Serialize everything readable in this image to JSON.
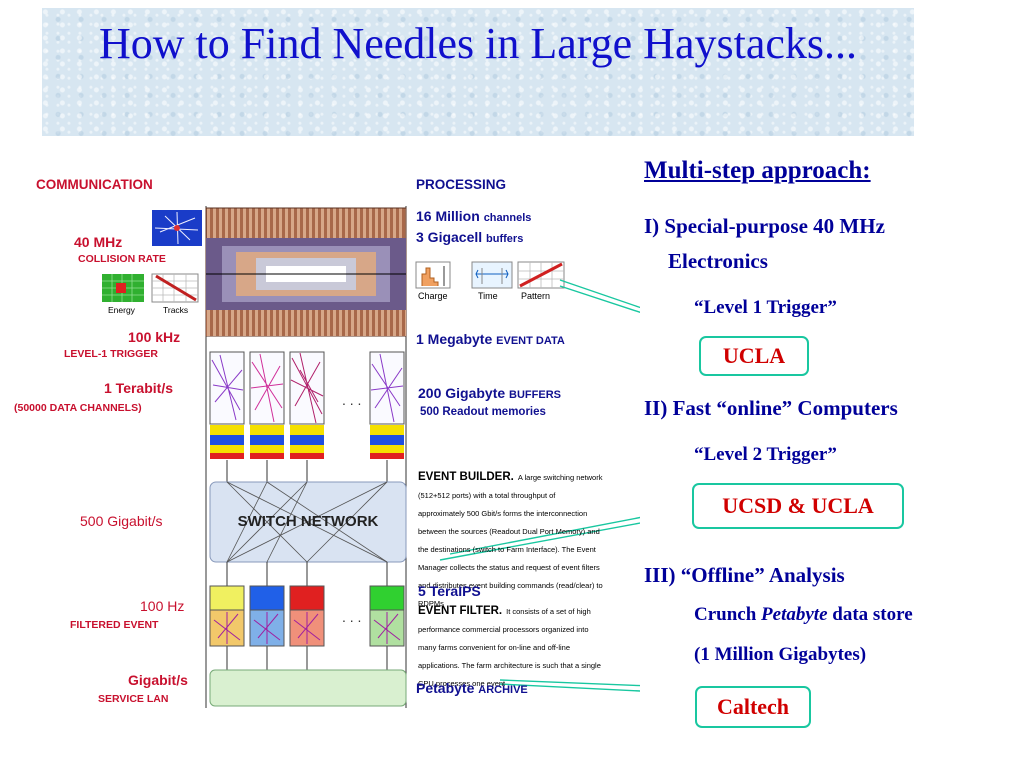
{
  "title": "How to Find Needles in Large Haystacks...",
  "left_labels": {
    "communication": "COMMUNICATION",
    "mhz": "40 MHz",
    "collision_rate": "COLLISION RATE",
    "energy": "Energy",
    "tracks": "Tracks",
    "khz": "100 kHz",
    "level1": "LEVEL-1 TRIGGER",
    "terabit": "1 Terabit/s",
    "channels": "(50000 DATA CHANNELS)",
    "gigabit500": "500 Gigabit/s",
    "hz": "100 Hz",
    "filtered": "FILTERED EVENT",
    "gigabit": "Gigabit/s",
    "lan": "SERVICE LAN"
  },
  "right_labels": {
    "processing": "PROCESSING",
    "million_a": "16 Million",
    "million_b": "channels",
    "gigacell_a": "3 Gigacell",
    "gigacell_b": "buffers",
    "charge": "Charge",
    "time": "Time",
    "pattern": "Pattern",
    "megabyte_a": "1 Megabyte",
    "megabyte_b": "EVENT DATA",
    "gigabyte_a": "200 Gigabyte",
    "gigabyte_b": "BUFFERS",
    "readout": "500 Readout memories",
    "builder_head": "EVENT BUILDER.",
    "builder_text": "A large switching network (512+512 ports) with a total throughput of approximately 500 Gbit/s forms the interconnection between the sources (Readout Dual Port Memory) and the destinations (switch to Farm Interface). The Event Manager collects the status and request of event filters and distributes event building commands (read/clear) to RDPMs",
    "teraips": "5 TeraIPS",
    "filter_head": "EVENT FILTER.",
    "filter_text": "It consists of a set of high performance commercial processors organized into many farms convenient for on-line and off-line applications. The farm architecture is such that a single CPU processes one event",
    "petabyte_a": "Petabyte",
    "petabyte_b": "ARCHIVE"
  },
  "switch_label": "SWITCH NETWORK",
  "approach": {
    "heading": "Multi-step approach:",
    "step1a": "I) Special-purpose 40 MHz",
    "step1b": "Electronics",
    "step1_trigger": "“Level 1 Trigger”",
    "step2": "II) Fast “online” Computers",
    "step2_trigger": "“Level 2 Trigger”",
    "step3": "III) “Offline” Analysis",
    "crunch_a": "Crunch",
    "crunch_b": "Petabyte",
    "crunch_c": "data store",
    "million_gb": "(1 Million Gigabytes)"
  },
  "institutions": {
    "ucla": "UCLA",
    "ucsd_ucla": "UCSD & UCLA",
    "caltech": "Caltech"
  },
  "colors": {
    "title_blue": "#1010cc",
    "label_red": "#c8102e",
    "label_blue": "#101090",
    "text_navy": "#000099",
    "inst_border": "#19c7a0",
    "inst_text": "#d00000",
    "connector": "#19c7a0"
  }
}
